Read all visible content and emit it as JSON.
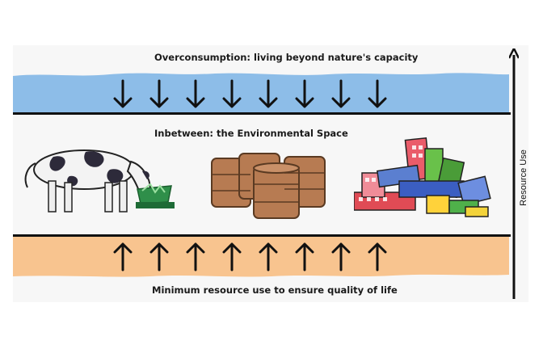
{
  "labels": {
    "top": "Overconsumption: living beyond nature's capacity",
    "middle": "Inbetween: the Environmental Space",
    "bottom": "Minimum resource use to ensure quality of life",
    "axis": "Resource Use"
  },
  "arrows": {
    "down_count": 8,
    "up_count": 8
  },
  "illustrations": [
    "cow-eating-from-trough",
    "stack-of-oil-barrels",
    "pile-of-buildings"
  ],
  "colors": {
    "sky_band": "#8dbde8",
    "ground_band": "#f8c48f",
    "line": "#111111"
  }
}
